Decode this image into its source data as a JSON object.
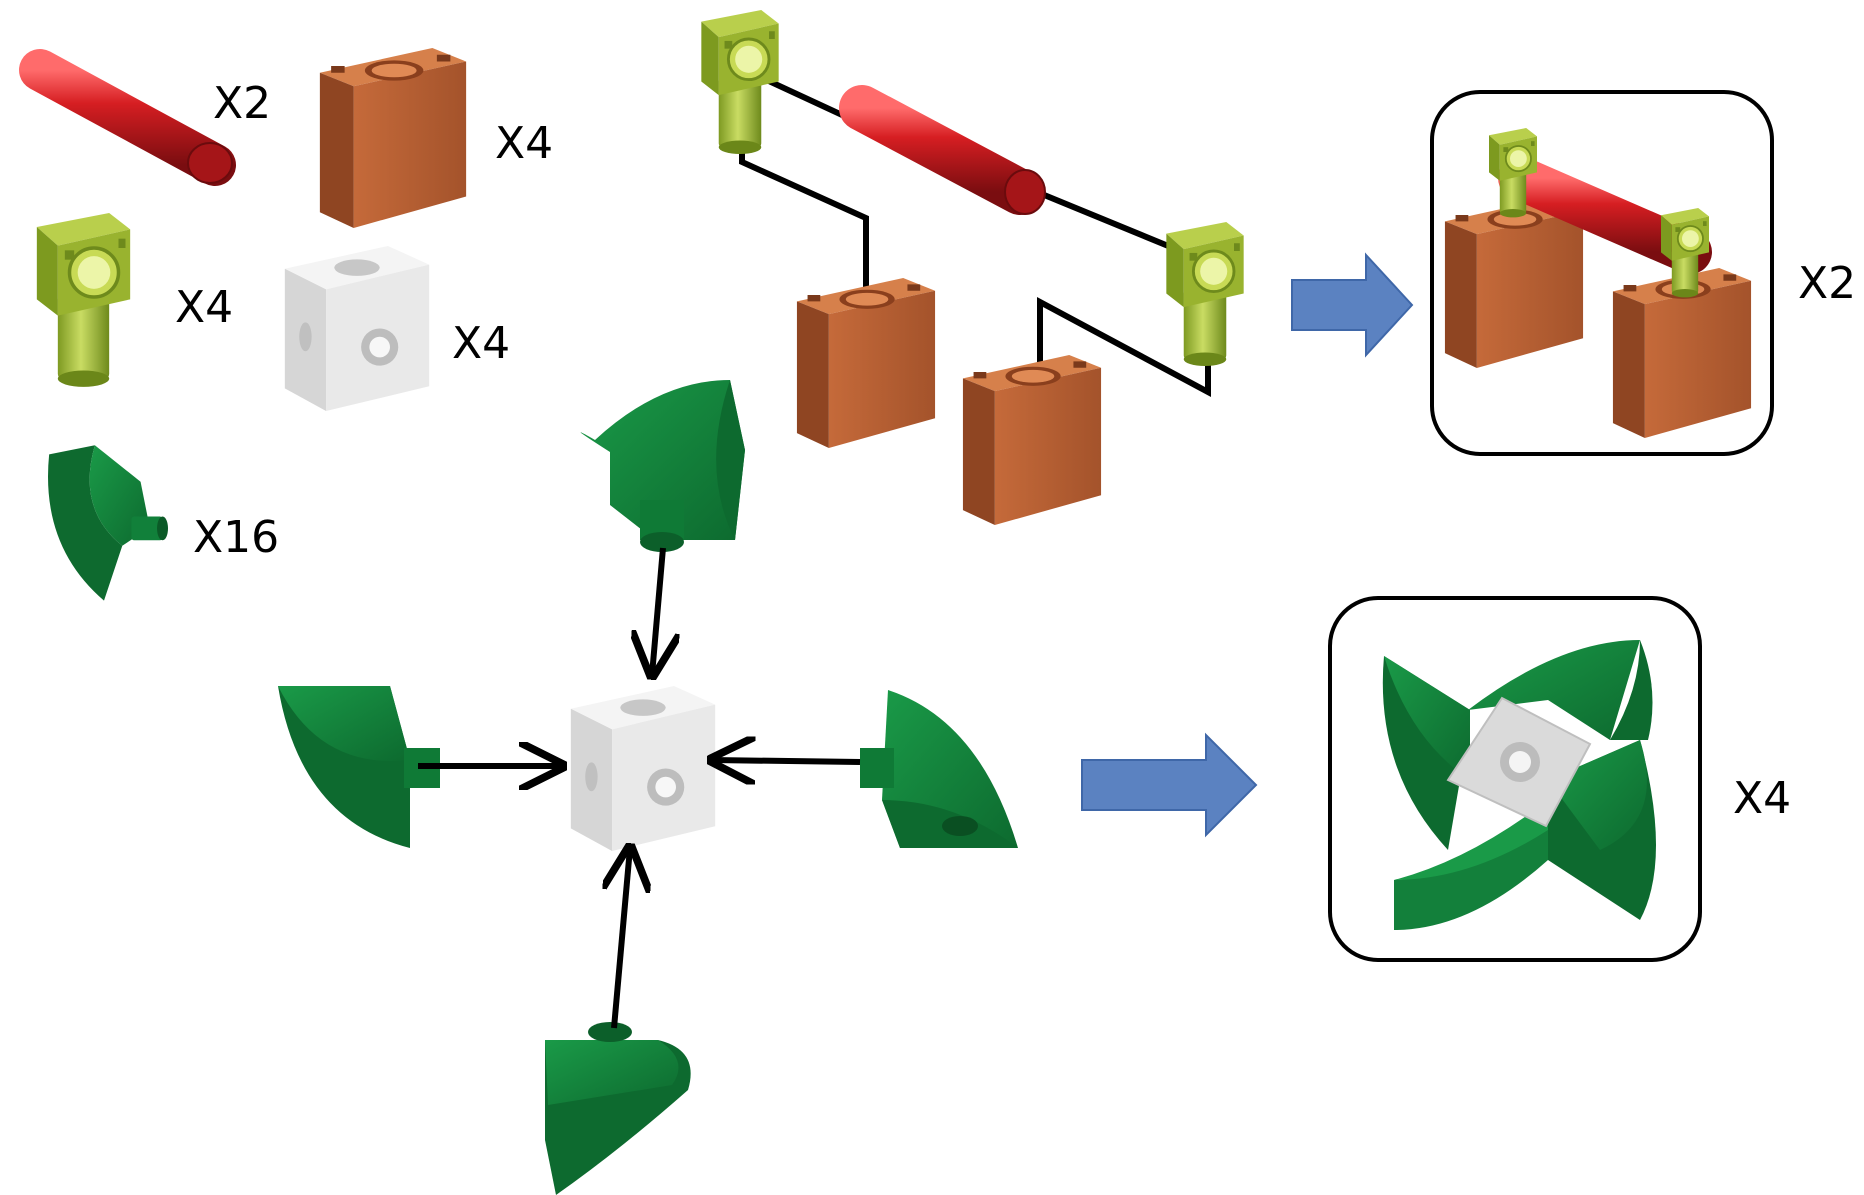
{
  "parts": [
    {
      "id": "rod",
      "qty": "X2",
      "name": "rod-part"
    },
    {
      "id": "brown",
      "qty": "X4",
      "name": "brown-block-part"
    },
    {
      "id": "ylconn",
      "qty": "X4",
      "name": "lime-connector-part"
    },
    {
      "id": "whitecube",
      "qty": "X4",
      "name": "white-cube-part"
    },
    {
      "id": "wing",
      "qty": "X16",
      "name": "green-wing-part"
    }
  ],
  "assemblies": [
    {
      "id": "bridge",
      "qty": "X2"
    },
    {
      "id": "pinwheel",
      "qty": "X4"
    }
  ],
  "colors": {
    "rod": "#c1191d",
    "brown": "#b25d32",
    "lime": "#9bb431",
    "white_cube": "#e9e9e9",
    "green": "#13803b",
    "arrow_blue": "#5b82c1",
    "line": "#000000"
  }
}
